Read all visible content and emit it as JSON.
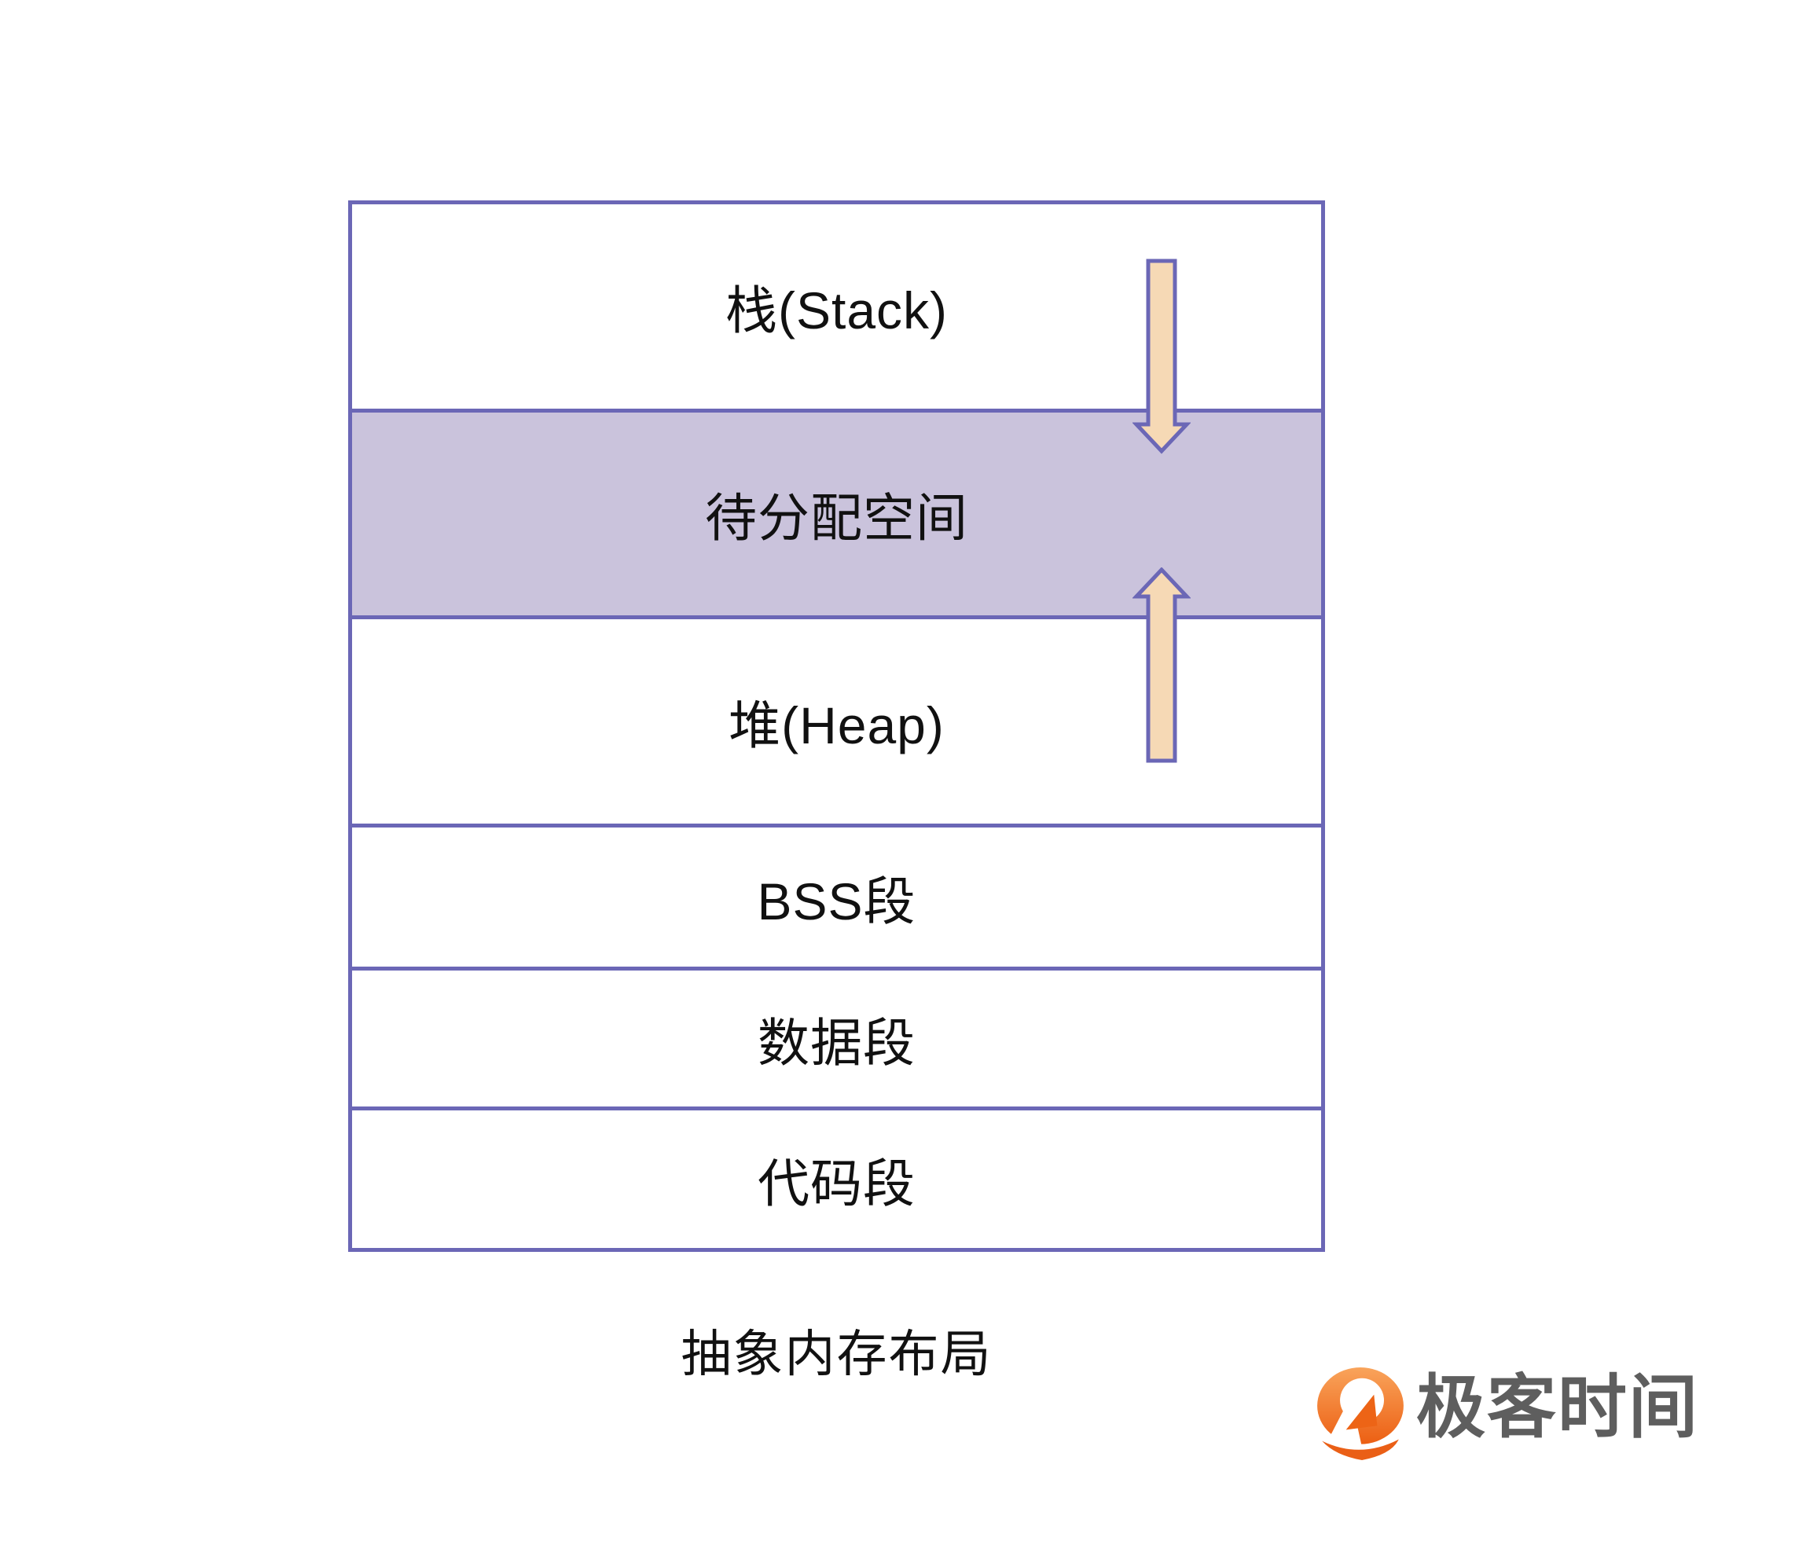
{
  "diagram": {
    "caption": "抽象内存布局",
    "segments": [
      {
        "id": "stack",
        "label": "栈(Stack)"
      },
      {
        "id": "allocatable",
        "label": "待分配空间"
      },
      {
        "id": "heap",
        "label": "堆(Heap)"
      },
      {
        "id": "bss",
        "label": "BSS段"
      },
      {
        "id": "data",
        "label": "数据段"
      },
      {
        "id": "code",
        "label": "代码段"
      }
    ],
    "arrows": [
      {
        "name": "stack-growth-arrow",
        "direction": "down",
        "meaning": "stack grows downward into allocatable space"
      },
      {
        "name": "heap-growth-arrow",
        "direction": "up",
        "meaning": "heap grows upward into allocatable space"
      }
    ]
  },
  "logo": {
    "text": "极客时间",
    "icon": "geektime-logo-icon"
  },
  "theme": {
    "box-border": "#6b67b6",
    "alloc-fill": "#cac3dc",
    "arrow-fill": "#f6d9b5",
    "arrow-stroke": "#6b67b6",
    "label-color": "#111111",
    "caption-color": "#111111",
    "logo-text-color": "#5e5e5e",
    "logo-orange-top": "#f9a45b",
    "logo-orange-bottom": "#ec5f13",
    "canvas-bg": "#ffffff"
  }
}
